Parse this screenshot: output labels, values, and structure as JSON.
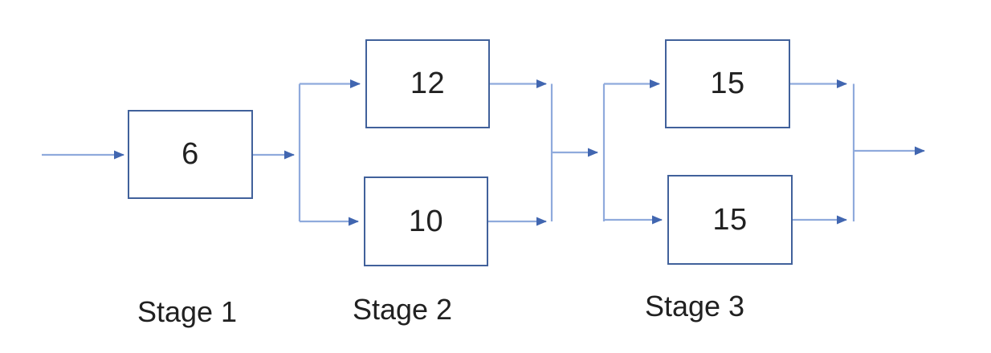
{
  "diagram": {
    "type": "series-parallel-block-diagram",
    "stages": [
      {
        "label": "Stage 1",
        "boxes": [
          {
            "value": "6"
          }
        ]
      },
      {
        "label": "Stage 2",
        "boxes": [
          {
            "value": "12"
          },
          {
            "value": "10"
          }
        ]
      },
      {
        "label": "Stage 3",
        "boxes": [
          {
            "value": "15"
          },
          {
            "value": "15"
          }
        ]
      }
    ],
    "flow": [
      "input -> 6",
      "6 -> 12",
      "6 -> 10",
      "12 -> merge1",
      "10 -> merge1",
      "merge1 -> 15 (top)",
      "merge1 -> 15 (bottom)",
      "15 (top) -> output",
      "15 (bottom) -> output"
    ],
    "colors": {
      "border": "#41619B",
      "line": "#8FAADC",
      "arrow": "#4166B0",
      "text": "#212121",
      "background": "#FFFFFF"
    }
  }
}
